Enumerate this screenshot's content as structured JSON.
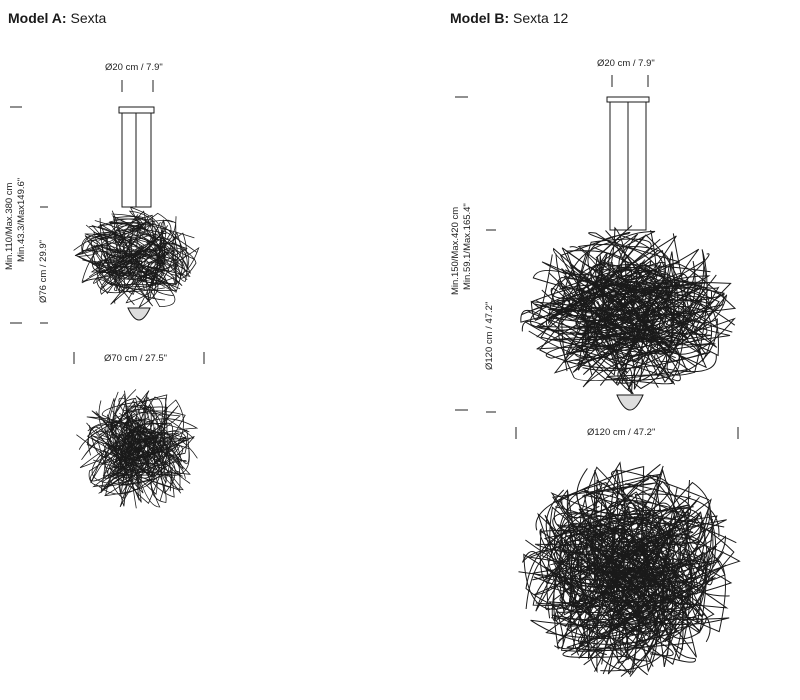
{
  "model_a": {
    "label": "Model A:",
    "name": "Sexta",
    "canopy_diameter": "Ø20 cm / 7.9\"",
    "height_min": "Min.110/Max.380 cm",
    "height_inch": "Min.43.3/Max149.6\"",
    "body_height": "Ø76 cm / 29.9\"",
    "width": "Ø70 cm / 27.5\""
  },
  "model_b": {
    "label": "Model B:",
    "name": "Sexta 12",
    "canopy_diameter": "Ø20 cm / 7.9\"",
    "height_min": "Min.150/Max.420 cm",
    "height_inch": "Min.59.1/Max.165.4\"",
    "body_height": "Ø120 cm / 47.2\"",
    "width": "Ø120 cm / 47.2\""
  },
  "colors": {
    "line": "#1a1a1a",
    "text": "#222222"
  }
}
